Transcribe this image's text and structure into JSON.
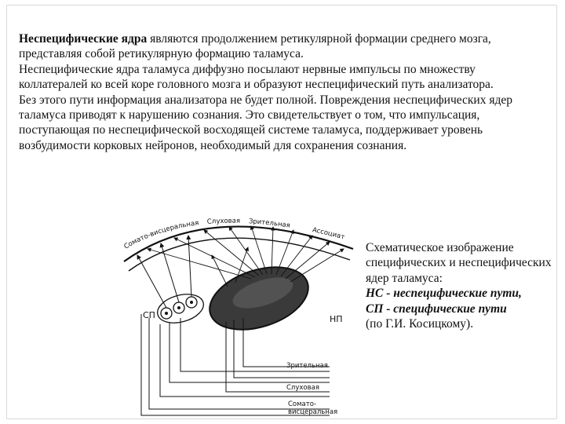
{
  "main": {
    "p1_bold": "Неспецифические ядра",
    "p1_rest": " являются продолжением ретикулярной формации среднего мозга, представляя собой ретикулярную формацию таламуса.",
    "p2": "Неспецифические ядра таламуса диффузно посылают нервные импульсы по множеству коллатералей ко всей коре головного мозга и образуют неспецифический путь анализатора.",
    "p3": "Без этого пути информация анализатора не будет полной. Повреждения неспецифических ядер таламуса приводят к нарушению сознания. Это свидетельствует о том, что импульсация, поступающая по неспецифической восходящей системе таламуса, поддерживает уровень возбудимости корковых нейронов, необходимый для сохранения сознания."
  },
  "caption": {
    "line1": "Схематическое изображение специфических и неспецифических ядер таламуса:",
    "ns": "НС - неспецифические пути,",
    "sp": "СП - специфические пути",
    "source": "(по Г.И. Косицкому)."
  },
  "diagram": {
    "cortex_labels": [
      "Сомато-висцеральная",
      "Слуховая",
      "Зрительная",
      "Ассоциативная"
    ],
    "sp_label": "СП",
    "np_label": "НП",
    "pathway_labels": [
      "Зрительная",
      "Слуховая",
      "Сомато-",
      "висцеральная"
    ]
  }
}
